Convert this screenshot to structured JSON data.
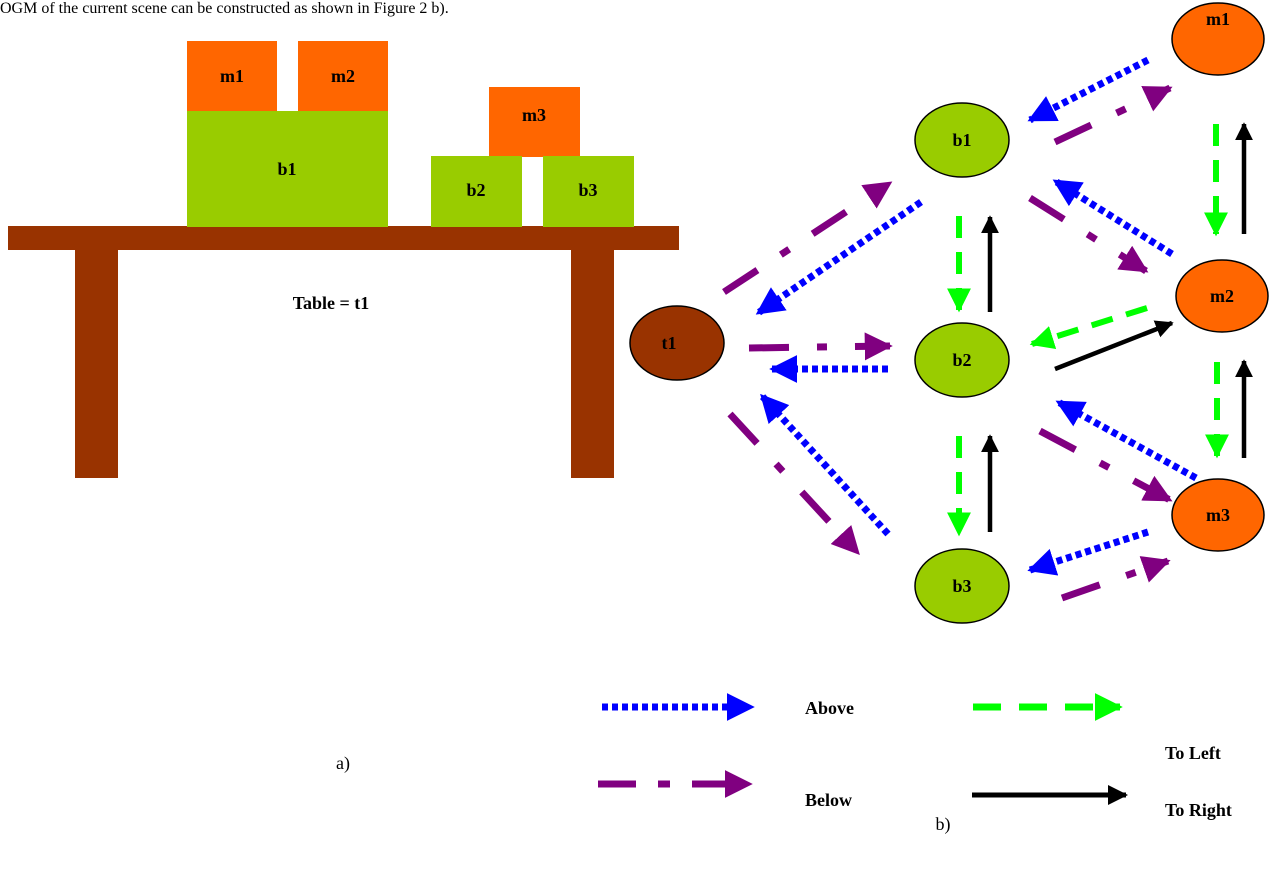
{
  "intro_text": "OGM of the current scene can be constructed as shown in Figure 2 b).",
  "colors": {
    "table": "#993300",
    "block_green": "#99cc00",
    "block_orange": "#ff6600",
    "above": "#0000ff",
    "below": "#800080",
    "to_left": "#00ff00",
    "to_right": "#000000"
  },
  "scene": {
    "blocks": {
      "m1": "m1",
      "m2": "m2",
      "m3": "m3",
      "b1": "b1",
      "b2": "b2",
      "b3": "b3"
    },
    "table_label": "Table = t1",
    "caption": "a)"
  },
  "graph": {
    "nodes": {
      "t1": "t1",
      "b1": "b1",
      "b2": "b2",
      "b3": "b3",
      "m1": "m1",
      "m2": "m2",
      "m3": "m3"
    },
    "edges": [
      {
        "from": "t1",
        "to": "b1",
        "relation": "below"
      },
      {
        "from": "b1",
        "to": "t1",
        "relation": "above"
      },
      {
        "from": "t1",
        "to": "b2",
        "relation": "below"
      },
      {
        "from": "b2",
        "to": "t1",
        "relation": "above"
      },
      {
        "from": "t1",
        "to": "b3",
        "relation": "below"
      },
      {
        "from": "b3",
        "to": "t1",
        "relation": "above"
      },
      {
        "from": "b1",
        "to": "m1",
        "relation": "below"
      },
      {
        "from": "m1",
        "to": "b1",
        "relation": "above"
      },
      {
        "from": "b1",
        "to": "m2",
        "relation": "below"
      },
      {
        "from": "m2",
        "to": "b1",
        "relation": "above"
      },
      {
        "from": "b2",
        "to": "m3",
        "relation": "below"
      },
      {
        "from": "m3",
        "to": "b2",
        "relation": "above"
      },
      {
        "from": "b3",
        "to": "m3",
        "relation": "below"
      },
      {
        "from": "m3",
        "to": "b3",
        "relation": "above"
      },
      {
        "from": "b1",
        "to": "b2",
        "relation": "to_left"
      },
      {
        "from": "b2",
        "to": "b1",
        "relation": "to_right"
      },
      {
        "from": "b2",
        "to": "b3",
        "relation": "to_left"
      },
      {
        "from": "b3",
        "to": "b2",
        "relation": "to_right"
      },
      {
        "from": "m1",
        "to": "m2",
        "relation": "to_left"
      },
      {
        "from": "m2",
        "to": "m1",
        "relation": "to_right"
      },
      {
        "from": "m2",
        "to": "m3",
        "relation": "to_left"
      },
      {
        "from": "m3",
        "to": "m2",
        "relation": "to_right"
      },
      {
        "from": "m2",
        "to": "b2",
        "relation": "to_left"
      },
      {
        "from": "b2",
        "to": "m2",
        "relation": "to_right"
      }
    ],
    "legend": {
      "above": "Above",
      "below": "Below",
      "to_left": "To Left",
      "to_right": "To Right"
    },
    "caption": "b)"
  }
}
